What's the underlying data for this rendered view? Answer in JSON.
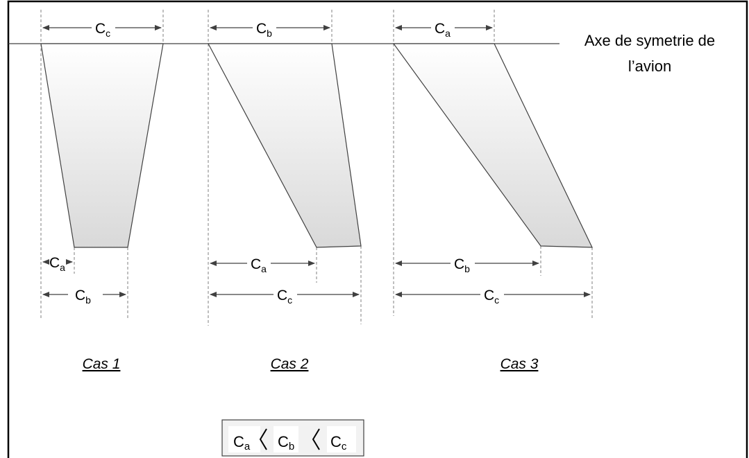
{
  "axis_label": {
    "line1": "Axe de symetrie de",
    "line2": "l’avion"
  },
  "cases": [
    {
      "label": "Cas 1",
      "top_dim": {
        "letter": "C",
        "sub": "c"
      },
      "bottom_dims": [
        {
          "letter": "C",
          "sub": "a"
        },
        {
          "letter": "C",
          "sub": "b"
        }
      ]
    },
    {
      "label": "Cas 2",
      "top_dim": {
        "letter": "C",
        "sub": "b"
      },
      "bottom_dims": [
        {
          "letter": "C",
          "sub": "a"
        },
        {
          "letter": "C",
          "sub": "c"
        }
      ]
    },
    {
      "label": "Cas 3",
      "top_dim": {
        "letter": "C",
        "sub": "a"
      },
      "bottom_dims": [
        {
          "letter": "C",
          "sub": "b"
        },
        {
          "letter": "C",
          "sub": "c"
        }
      ]
    }
  ],
  "legend": {
    "items": [
      {
        "letter": "C",
        "sub": "a"
      },
      {
        "letter": "C",
        "sub": "b"
      },
      {
        "letter": "C",
        "sub": "c"
      }
    ],
    "relation_symbol": "〈"
  },
  "colors": {
    "outline": "#404040",
    "fill_light": "#ffffff",
    "fill_dark": "#d9d9d9",
    "guide": "#7f7f7f",
    "legend_bg": "#f2f2f2"
  }
}
